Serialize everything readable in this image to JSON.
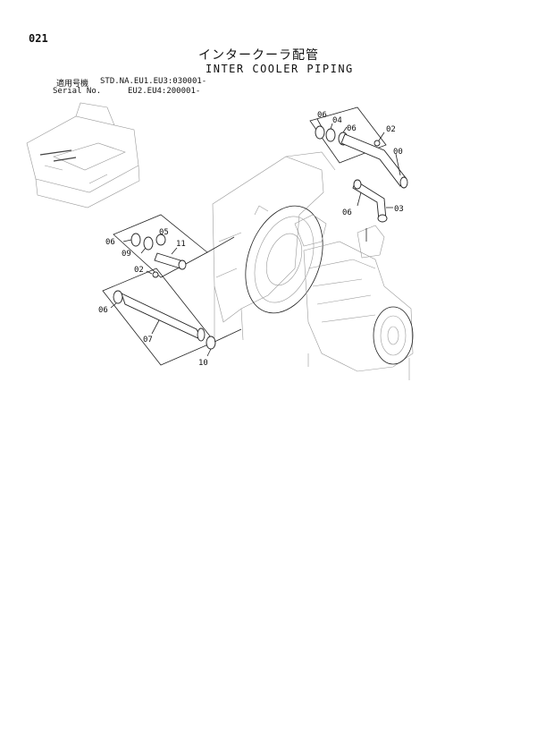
{
  "page_number": "021",
  "title_jp": "インタークーラ配管",
  "title_en": "INTER COOLER PIPING",
  "serial": {
    "label_jp": "適用号機",
    "label_en": "Serial No.",
    "line1": "STD.NA.EU1.EU3:030001-",
    "line2": "EU2.EU4:200001-"
  },
  "callouts": [
    "06",
    "04",
    "06",
    "02",
    "00",
    "06",
    "03",
    "06",
    "05",
    "11",
    "09",
    "02",
    "06",
    "07",
    "10"
  ]
}
